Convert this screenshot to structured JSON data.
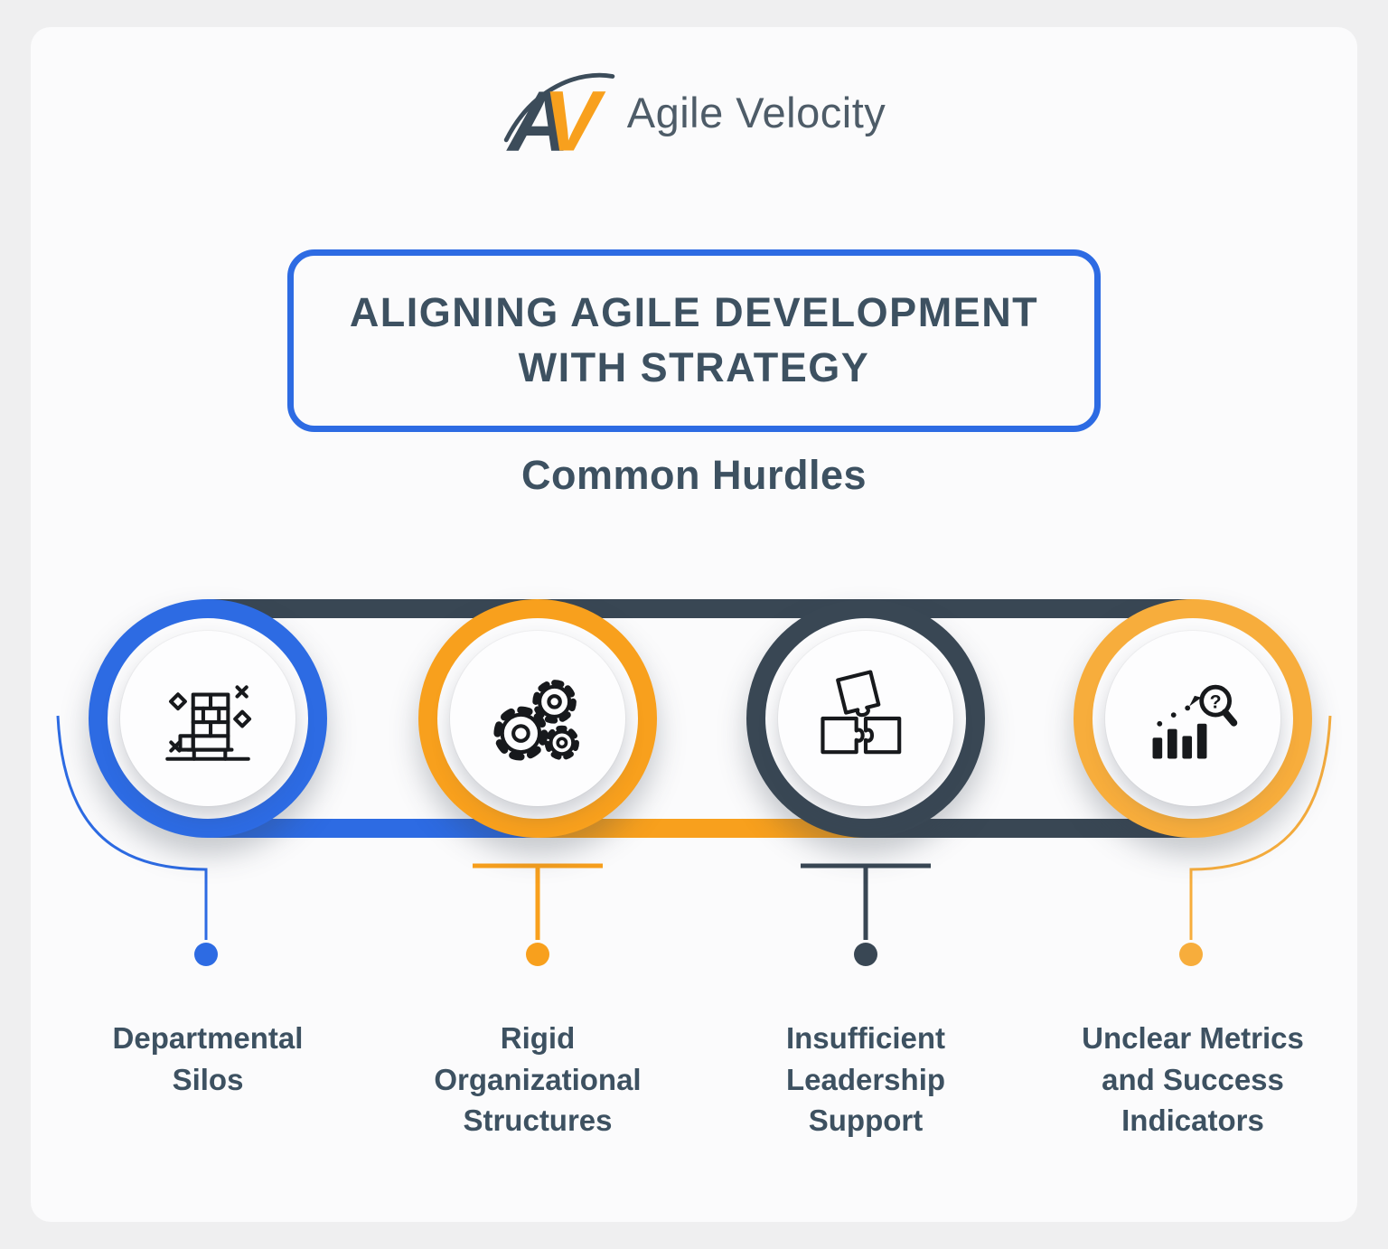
{
  "brand": {
    "mark_a": "A",
    "mark_v": "V",
    "name": "Agile Velocity"
  },
  "header": {
    "title": "ALIGNING AGILE DEVELOPMENT\nWITH STRATEGY",
    "subtitle": "Common Hurdles"
  },
  "hurdles": [
    {
      "label": "Departmental\nSilos",
      "icon": "silos-icon",
      "color": "#2d6be3"
    },
    {
      "label": "Rigid\nOrganizational\nStructures",
      "icon": "gears-icon",
      "color": "#f8a01d"
    },
    {
      "label": "Insufficient\nLeadership\nSupport",
      "icon": "puzzle-icon",
      "color": "#394754"
    },
    {
      "label": "Unclear Metrics\nand Success\nIndicators",
      "icon": "metrics-icon",
      "color": "#f7ad3c"
    }
  ],
  "colors": {
    "blue": "#2d6be3",
    "orange": "#f8a01d",
    "slate": "#394754",
    "gold": "#f7ad3c",
    "text": "#3d5161",
    "icon": "#17191c",
    "card": "#fbfbfc",
    "background": "#efeff0"
  }
}
